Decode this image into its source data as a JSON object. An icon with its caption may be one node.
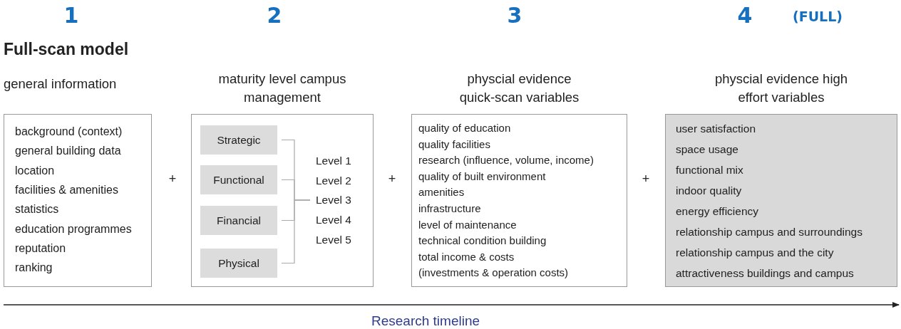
{
  "diagram": {
    "title": "Full-scan model",
    "nodes": [
      {
        "text": [
          "general information",
          "background (context)",
          "general building data",
          "location",
          "facilities & amenities",
          "statistics",
          "education programmes",
          "reputation",
          "ranking"
        ]
      },
      {
        "text": [
          "maturity level campus management"
        ]
      },
      {
        "text": [
          "Strategic"
        ],
        "in": 1
      },
      {
        "text": [
          "Functional"
        ],
        "in": 1
      },
      {
        "text": [
          "Financial"
        ],
        "in": 1
      },
      {
        "text": [
          "Physical"
        ],
        "in": 1
      },
      {
        "text": [
          "Level 1"
        ],
        "in": 1
      },
      {
        "text": [
          "Level 2"
        ],
        "in": 1
      },
      {
        "text": [
          "Level 3"
        ],
        "in": 1
      },
      {
        "text": [
          "Level 4"
        ],
        "in": 1
      },
      {
        "text": [
          "Level 5"
        ],
        "in": 1
      },
      {
        "text": [
          "physcial evidence quick-scan variables",
          "quality of education",
          "quality facilities",
          "research (influence, volume, income)",
          "quality of built environment",
          "amenities",
          "infrastructure",
          "level of maintenance",
          "technical condition building",
          "total income & costs",
          "(investments & operation costs)"
        ]
      },
      {
        "text": [
          "physcial evidence high effort variables",
          "user satisfaction",
          "space usage",
          "functional mix",
          "indoor quality",
          "energy efficiency",
          "relationship campus and surroundings",
          "relationship campus and the city",
          "attractiveness buildings and campus"
        ]
      }
    ],
    "edges": [
      {
        "from": 2,
        "to": 8,
        "arrow": "none"
      },
      {
        "from": 3,
        "to": 8,
        "arrow": "none"
      },
      {
        "from": 4,
        "to": 8,
        "arrow": "none"
      },
      {
        "from": 5,
        "to": 8,
        "arrow": "none"
      }
    ],
    "labels": [
      "1",
      "2",
      "3",
      "4",
      "(FULL)",
      "+",
      "+",
      "+",
      "Research timeline"
    ]
  }
}
